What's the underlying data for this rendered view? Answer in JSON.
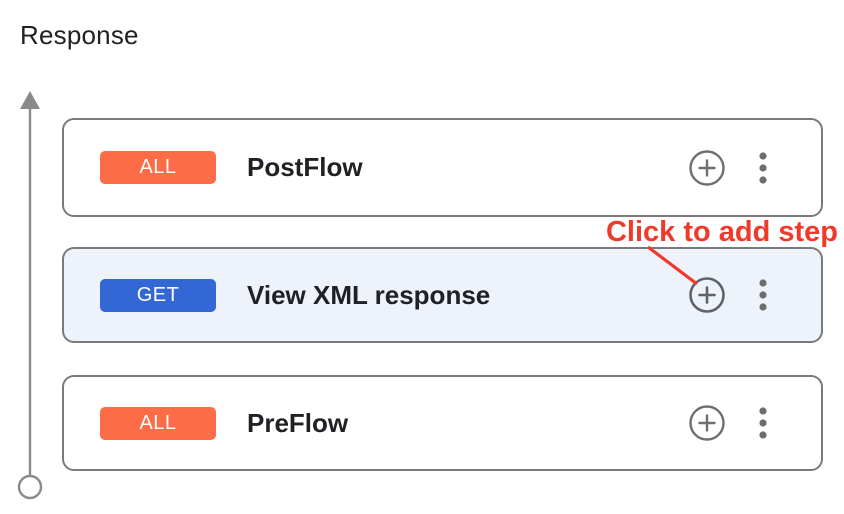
{
  "page": {
    "title": "Response"
  },
  "flow": {
    "direction_marker": "up-arrow-with-terminal-circle",
    "cards": [
      {
        "method": "ALL",
        "label": "PostFlow",
        "badge_color": "#FB6C47",
        "active": false
      },
      {
        "method": "GET",
        "label": "View XML response",
        "badge_color": "#3367D6",
        "active": true
      },
      {
        "method": "ALL",
        "label": "PreFlow",
        "badge_color": "#FB6C47",
        "active": false
      }
    ],
    "icons": {
      "add_step": "plus-circle-icon",
      "more_options": "kebab-menu-icon"
    }
  },
  "annotation": {
    "text": "Click to add step",
    "color": "#EF3A2B"
  },
  "colors": {
    "active_card_bg": "#EDF2FB",
    "card_border": "#7A7A7A",
    "icon_gray": "#6E6E6E",
    "arrow_gray": "#8A8A8A",
    "badge_orange": "#FB6C47",
    "badge_blue": "#3367D6"
  }
}
